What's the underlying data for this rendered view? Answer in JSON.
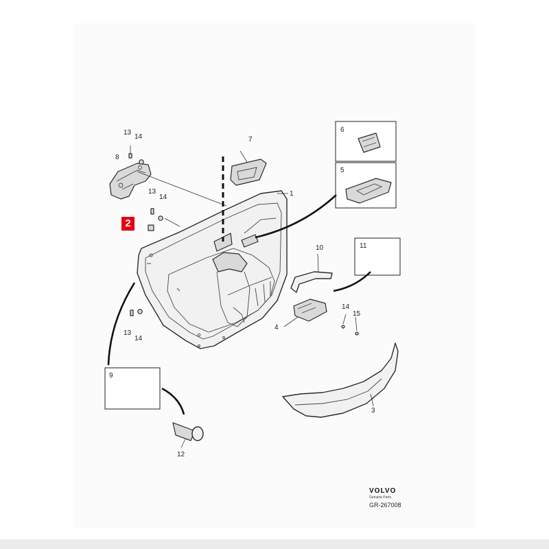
{
  "diagram": {
    "callouts": {
      "c1": "1",
      "c2": "2",
      "c3": "3",
      "c4": "4",
      "c5": "5",
      "c6": "6",
      "c7": "7",
      "c8": "8",
      "c9": "9",
      "c10": "10",
      "c11": "11",
      "c12": "12",
      "c13a": "13",
      "c14a": "14",
      "c13b": "13",
      "c14b": "14",
      "c13c": "13",
      "c14c": "14",
      "c14d": "14",
      "c15": "15"
    },
    "highlighted_callout": "2",
    "highlight_color": "#e3000f"
  },
  "branding": {
    "logo": "VOLVO",
    "subtitle": "Genuine Parts",
    "reference": "GR-267008"
  }
}
